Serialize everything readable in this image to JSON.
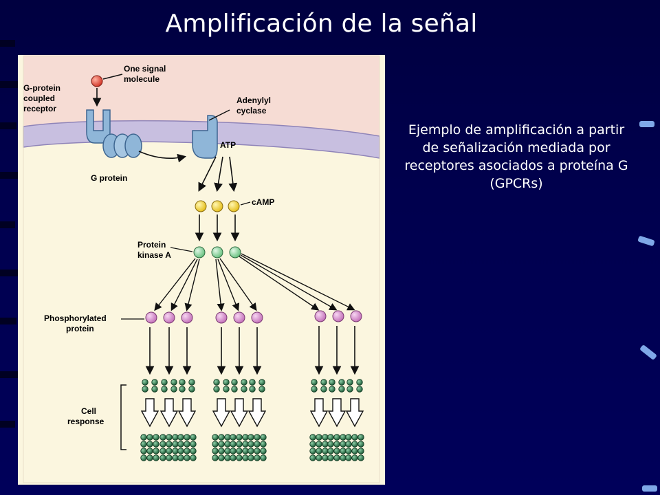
{
  "slide": {
    "title": "Amplificación de la señal",
    "caption": "Ejemplo de amplificación a partir de señalización mediada por receptores asociados a proteína G (GPCRs)"
  },
  "figure": {
    "labels": {
      "signal_line1": "One signal",
      "signal_line2": "molecule",
      "receptor_line1": "G-protein",
      "receptor_line2": "coupled",
      "receptor_line3": "receptor",
      "cyclase_line1": "Adenylyl",
      "cyclase_line2": "cyclase",
      "g_protein": "G protein",
      "atp": "ATP",
      "camp": "cAMP",
      "pka_line1": "Protein",
      "pka_line2": "kinase A",
      "phospho_line1": "Phosphorylated",
      "phospho_line2": "protein",
      "cell_line1": "Cell",
      "cell_line2": "response"
    }
  },
  "colors": {
    "background": "#00004e",
    "membrane": "#c8bfe0",
    "receptor_blue": "#8fb6d8",
    "signal_red": "#e0473a",
    "camp_yellow": "#f3d23c",
    "pka_green": "#8fd3a0",
    "phospho_pink": "#d98fcf",
    "response_green": "#2f7a4f"
  }
}
